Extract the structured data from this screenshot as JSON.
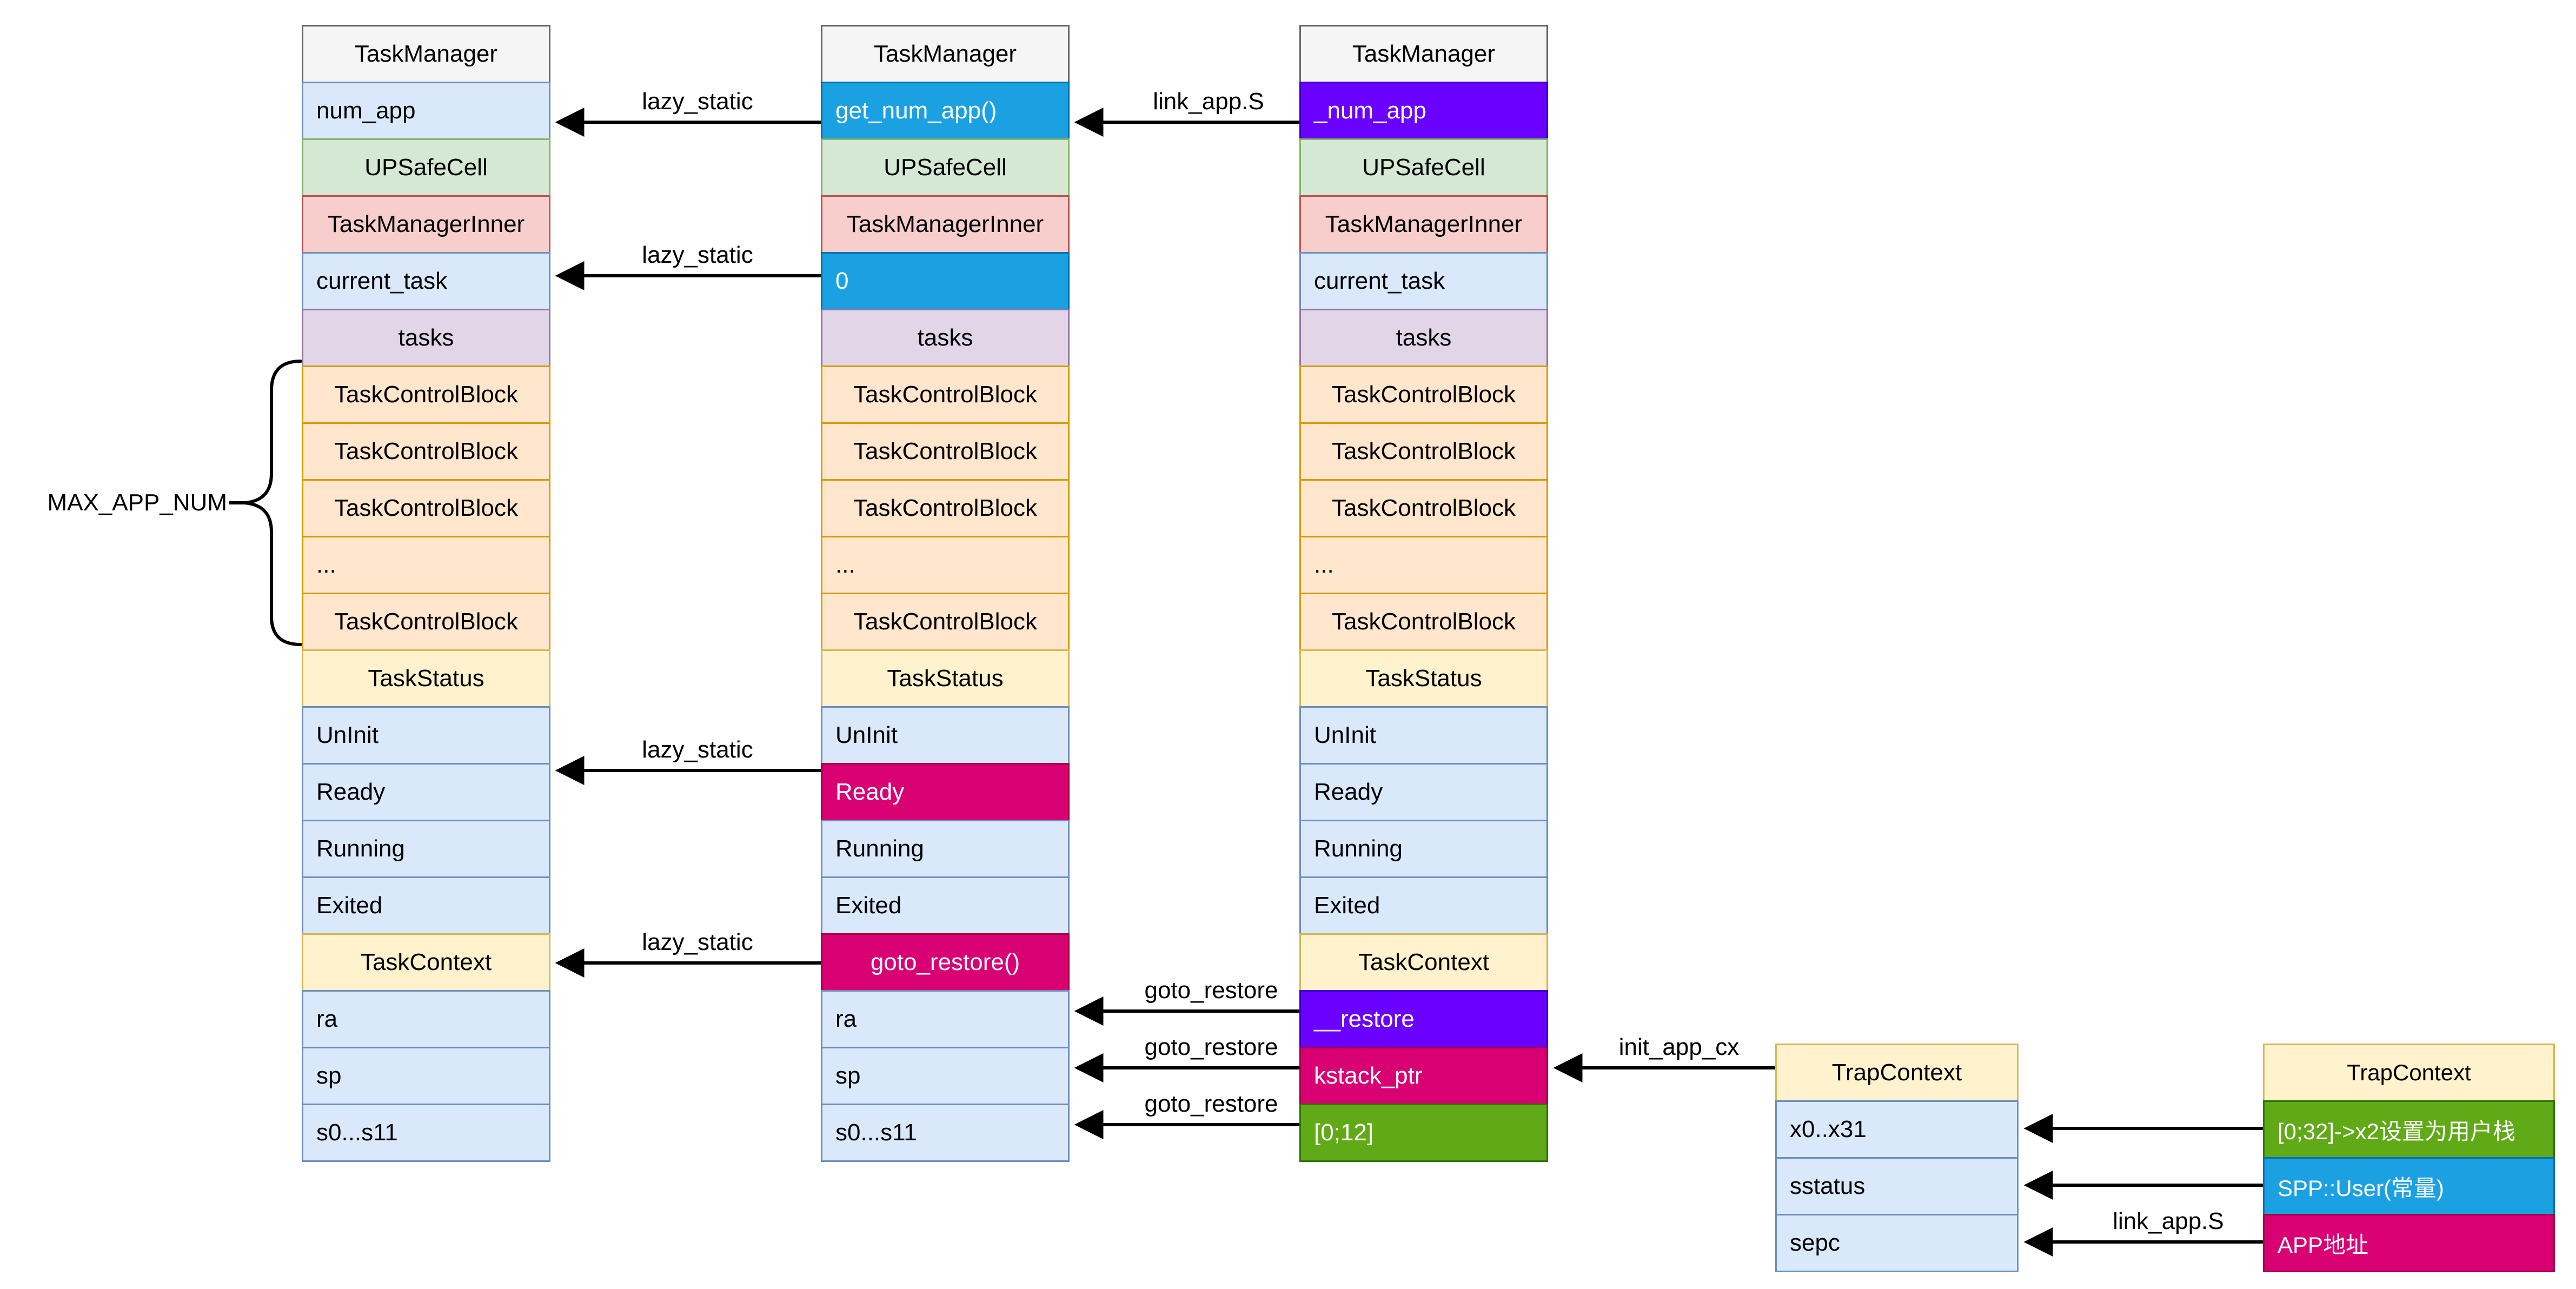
{
  "annotation": {
    "label": "MAX_APP_NUM"
  },
  "columns": [
    {
      "title": "TaskManager",
      "rows": [
        {
          "label": "TaskManager"
        },
        {
          "label": "num_app"
        },
        {
          "label": "UPSafeCell"
        },
        {
          "label": "TaskManagerInner"
        },
        {
          "label": "current_task"
        },
        {
          "label": "tasks"
        },
        {
          "label": "TaskControlBlock"
        },
        {
          "label": "TaskControlBlock"
        },
        {
          "label": "TaskControlBlock"
        },
        {
          "label": "..."
        },
        {
          "label": "TaskControlBlock"
        },
        {
          "label": "TaskStatus"
        },
        {
          "label": "UnInit"
        },
        {
          "label": "Ready"
        },
        {
          "label": "Running"
        },
        {
          "label": "Exited"
        },
        {
          "label": "TaskContext"
        },
        {
          "label": "ra"
        },
        {
          "label": "sp"
        },
        {
          "label": "s0...s11"
        }
      ]
    },
    {
      "title": "TaskManager",
      "rows": [
        {
          "label": "TaskManager"
        },
        {
          "label": "get_num_app()"
        },
        {
          "label": "UPSafeCell"
        },
        {
          "label": "TaskManagerInner"
        },
        {
          "label": "0"
        },
        {
          "label": "tasks"
        },
        {
          "label": "TaskControlBlock"
        },
        {
          "label": "TaskControlBlock"
        },
        {
          "label": "TaskControlBlock"
        },
        {
          "label": "..."
        },
        {
          "label": "TaskControlBlock"
        },
        {
          "label": "TaskStatus"
        },
        {
          "label": "UnInit"
        },
        {
          "label": "Ready"
        },
        {
          "label": "Running"
        },
        {
          "label": "Exited"
        },
        {
          "label": "goto_restore()"
        },
        {
          "label": "ra"
        },
        {
          "label": "sp"
        },
        {
          "label": "s0...s11"
        }
      ]
    },
    {
      "title": "TaskManager",
      "rows": [
        {
          "label": "TaskManager"
        },
        {
          "label": "_num_app"
        },
        {
          "label": "UPSafeCell"
        },
        {
          "label": "TaskManagerInner"
        },
        {
          "label": "current_task"
        },
        {
          "label": "tasks"
        },
        {
          "label": "TaskControlBlock"
        },
        {
          "label": "TaskControlBlock"
        },
        {
          "label": "TaskControlBlock"
        },
        {
          "label": "..."
        },
        {
          "label": "TaskControlBlock"
        },
        {
          "label": "TaskStatus"
        },
        {
          "label": "UnInit"
        },
        {
          "label": "Ready"
        },
        {
          "label": "Running"
        },
        {
          "label": "Exited"
        },
        {
          "label": "TaskContext"
        },
        {
          "label": "__restore"
        },
        {
          "label": "kstack_ptr"
        },
        {
          "label": "[0;12]"
        }
      ]
    }
  ],
  "trap_contexts": [
    {
      "rows": [
        {
          "label": "TrapContext"
        },
        {
          "label": "x0..x31"
        },
        {
          "label": "sstatus"
        },
        {
          "label": "sepc"
        }
      ]
    },
    {
      "rows": [
        {
          "label": "TrapContext"
        },
        {
          "label": "[0;32]->x2设置为用户栈"
        },
        {
          "label": "SPP::User(常量)"
        },
        {
          "label": "APP地址"
        }
      ]
    }
  ],
  "arrow_labels": [
    {
      "text": "lazy_static"
    },
    {
      "text": "link_app.S"
    },
    {
      "text": "lazy_static"
    },
    {
      "text": "lazy_static"
    },
    {
      "text": "lazy_static"
    },
    {
      "text": "goto_restore"
    },
    {
      "text": "goto_restore"
    },
    {
      "text": "goto_restore"
    },
    {
      "text": "init_app_cx"
    },
    {
      "text": "link_app.S"
    }
  ],
  "colors": {
    "arrow": "#000000",
    "accent_blue": "#1ba1e2",
    "accent_magenta": "#d80073",
    "accent_violet": "#6a00ff",
    "accent_green": "#60a917",
    "light_blue": "#dae8fc",
    "light_green": "#d5e8d4",
    "light_red": "#f8cecc",
    "light_purple": "#e1d5e7",
    "light_orange": "#ffe6cc",
    "light_yellow": "#fff2cc",
    "header_gray": "#f5f5f5"
  }
}
